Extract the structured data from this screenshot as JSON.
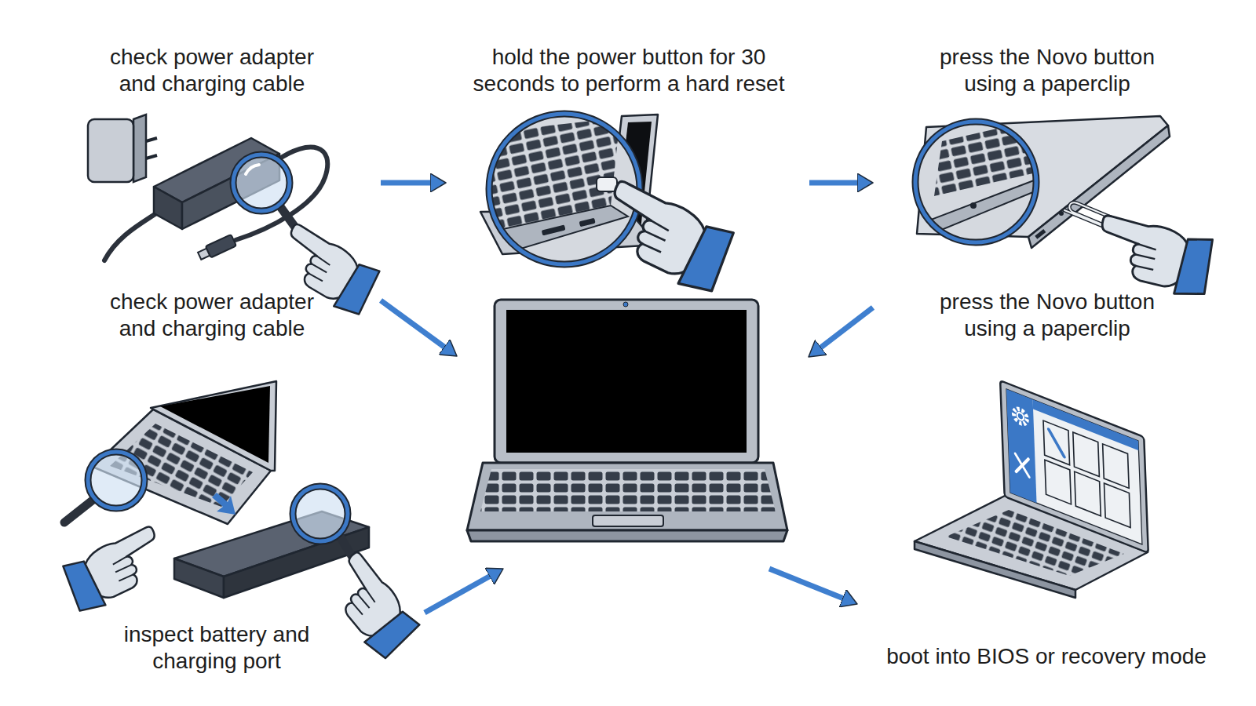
{
  "diagram": {
    "nodes": [
      {
        "text": [
          "check power adapter and charging cable",
          "check power adapter and charging cable"
        ]
      },
      {
        "text": [
          "hold the power button for 30 seconds to perform a hard reset"
        ]
      },
      {
        "text": [
          "press the Novo button using a paperclip",
          "press the Novo button using a paperclip"
        ]
      },
      {
        "text": []
      },
      {
        "text": [
          "inspect battery and charging port"
        ]
      },
      {
        "text": [
          "boot into BIOS or recovery mode"
        ]
      }
    ],
    "edges": [
      {
        "from": 0,
        "to": 1,
        "arrow": "to"
      },
      {
        "from": 1,
        "to": 2,
        "arrow": "to"
      },
      {
        "from": 0,
        "to": 3,
        "arrow": "to"
      },
      {
        "from": 2,
        "to": 3,
        "arrow": "to"
      },
      {
        "from": 4,
        "to": 3,
        "arrow": "to"
      },
      {
        "from": 3,
        "to": 5,
        "arrow": "to"
      }
    ]
  }
}
